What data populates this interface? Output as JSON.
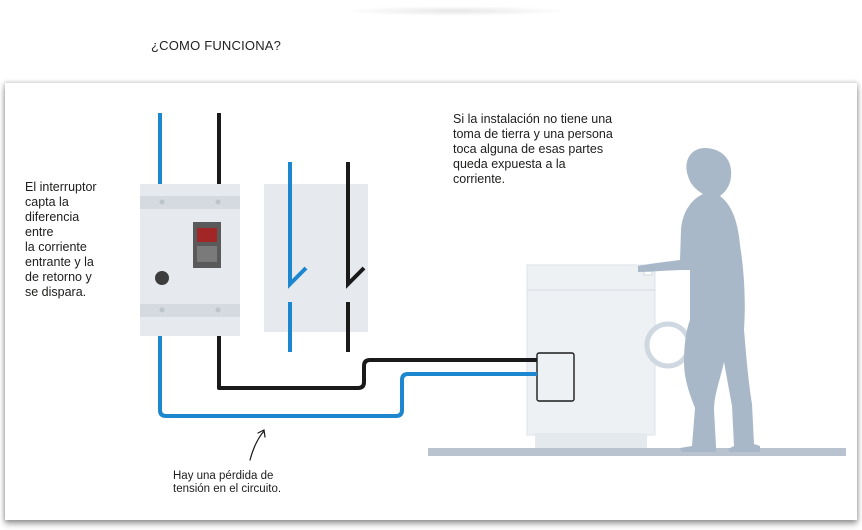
{
  "title": "¿COMO FUNCIONA?",
  "notes": {
    "left": "El interruptor\ncapta la\ndiferencia\nentre\nla corriente\nentrante y la\nde retorno y\nse dispara.",
    "right": "Si la instalación no tiene una\ntoma de tierra y una persona\ntoca alguna de esas partes\nqueda expuesta a la\ncorriente.",
    "bottom": "Hay una pérdida de\ntensión en el circuito."
  },
  "colors": {
    "wire_blue": "#1c86cf",
    "wire_black": "#1a1a1a",
    "device_gray": "#e6eaee",
    "silhouette": "#a9b8c8",
    "appliance": "#eef1f4",
    "floor": "#b8c3cf"
  },
  "icons": {
    "breaker_switch": "switch-lever-icon",
    "breaker_button": "test-button-icon",
    "arrow": "curved-arrow-icon",
    "person": "person-silhouette-icon",
    "washing_machine": "washing-machine-icon"
  }
}
